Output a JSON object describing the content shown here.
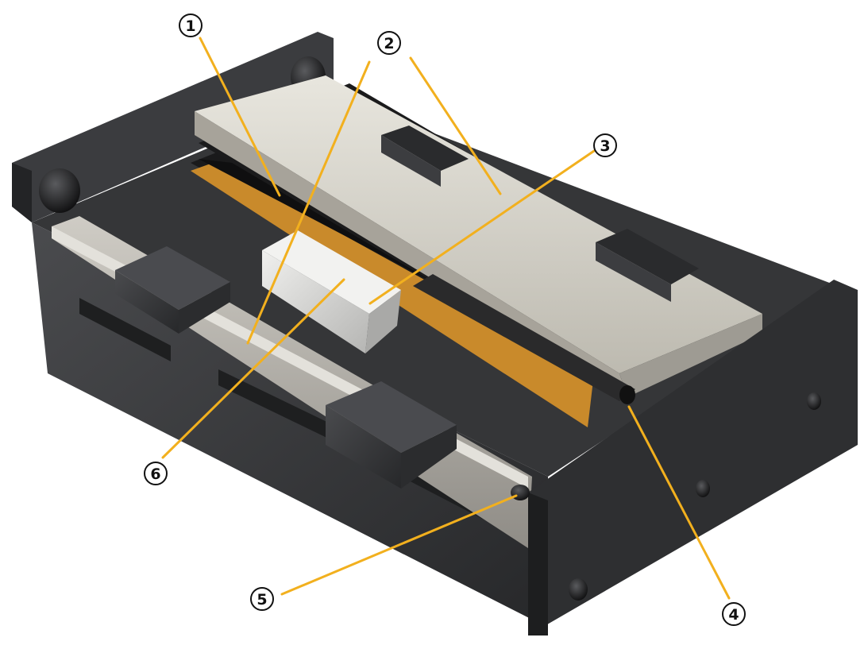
{
  "figure": {
    "background": "#ffffff",
    "leader_color": "#f2b01e",
    "callout_stroke": "#111111",
    "base_color": "#2f3032",
    "carriage_color": "#d8d5cb",
    "rail_color": "#b9b6b0",
    "magnet_strip_color": "#c98a2b",
    "block_color": "#d9d9d9",
    "bearing_color": "#444549"
  },
  "callouts": [
    {
      "label": "1"
    },
    {
      "label": "2"
    },
    {
      "label": "3"
    },
    {
      "label": "4"
    },
    {
      "label": "5"
    },
    {
      "label": "6"
    }
  ]
}
